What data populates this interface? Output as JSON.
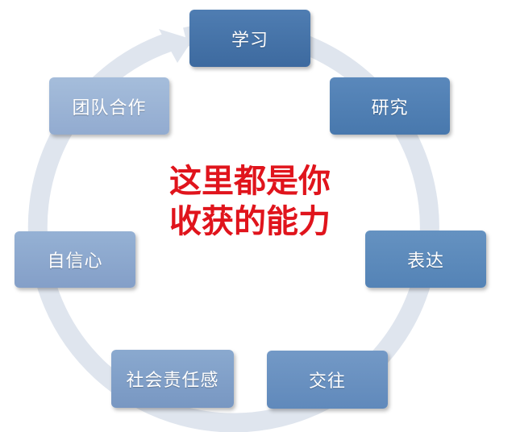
{
  "diagram": {
    "nodes": [
      {
        "label": "学习"
      },
      {
        "label": "研究"
      },
      {
        "label": "表达"
      },
      {
        "label": "交往"
      },
      {
        "label": "社会责任感"
      },
      {
        "label": "自信心"
      },
      {
        "label": "团队合作"
      }
    ],
    "center_lines": [
      "这里都是你",
      "收获的能力"
    ],
    "colors": {
      "ring": "#dfe5ee",
      "center_text": "#e0141c",
      "node_dark": "#3d6a9f",
      "node_light": "#a5bddb"
    }
  }
}
